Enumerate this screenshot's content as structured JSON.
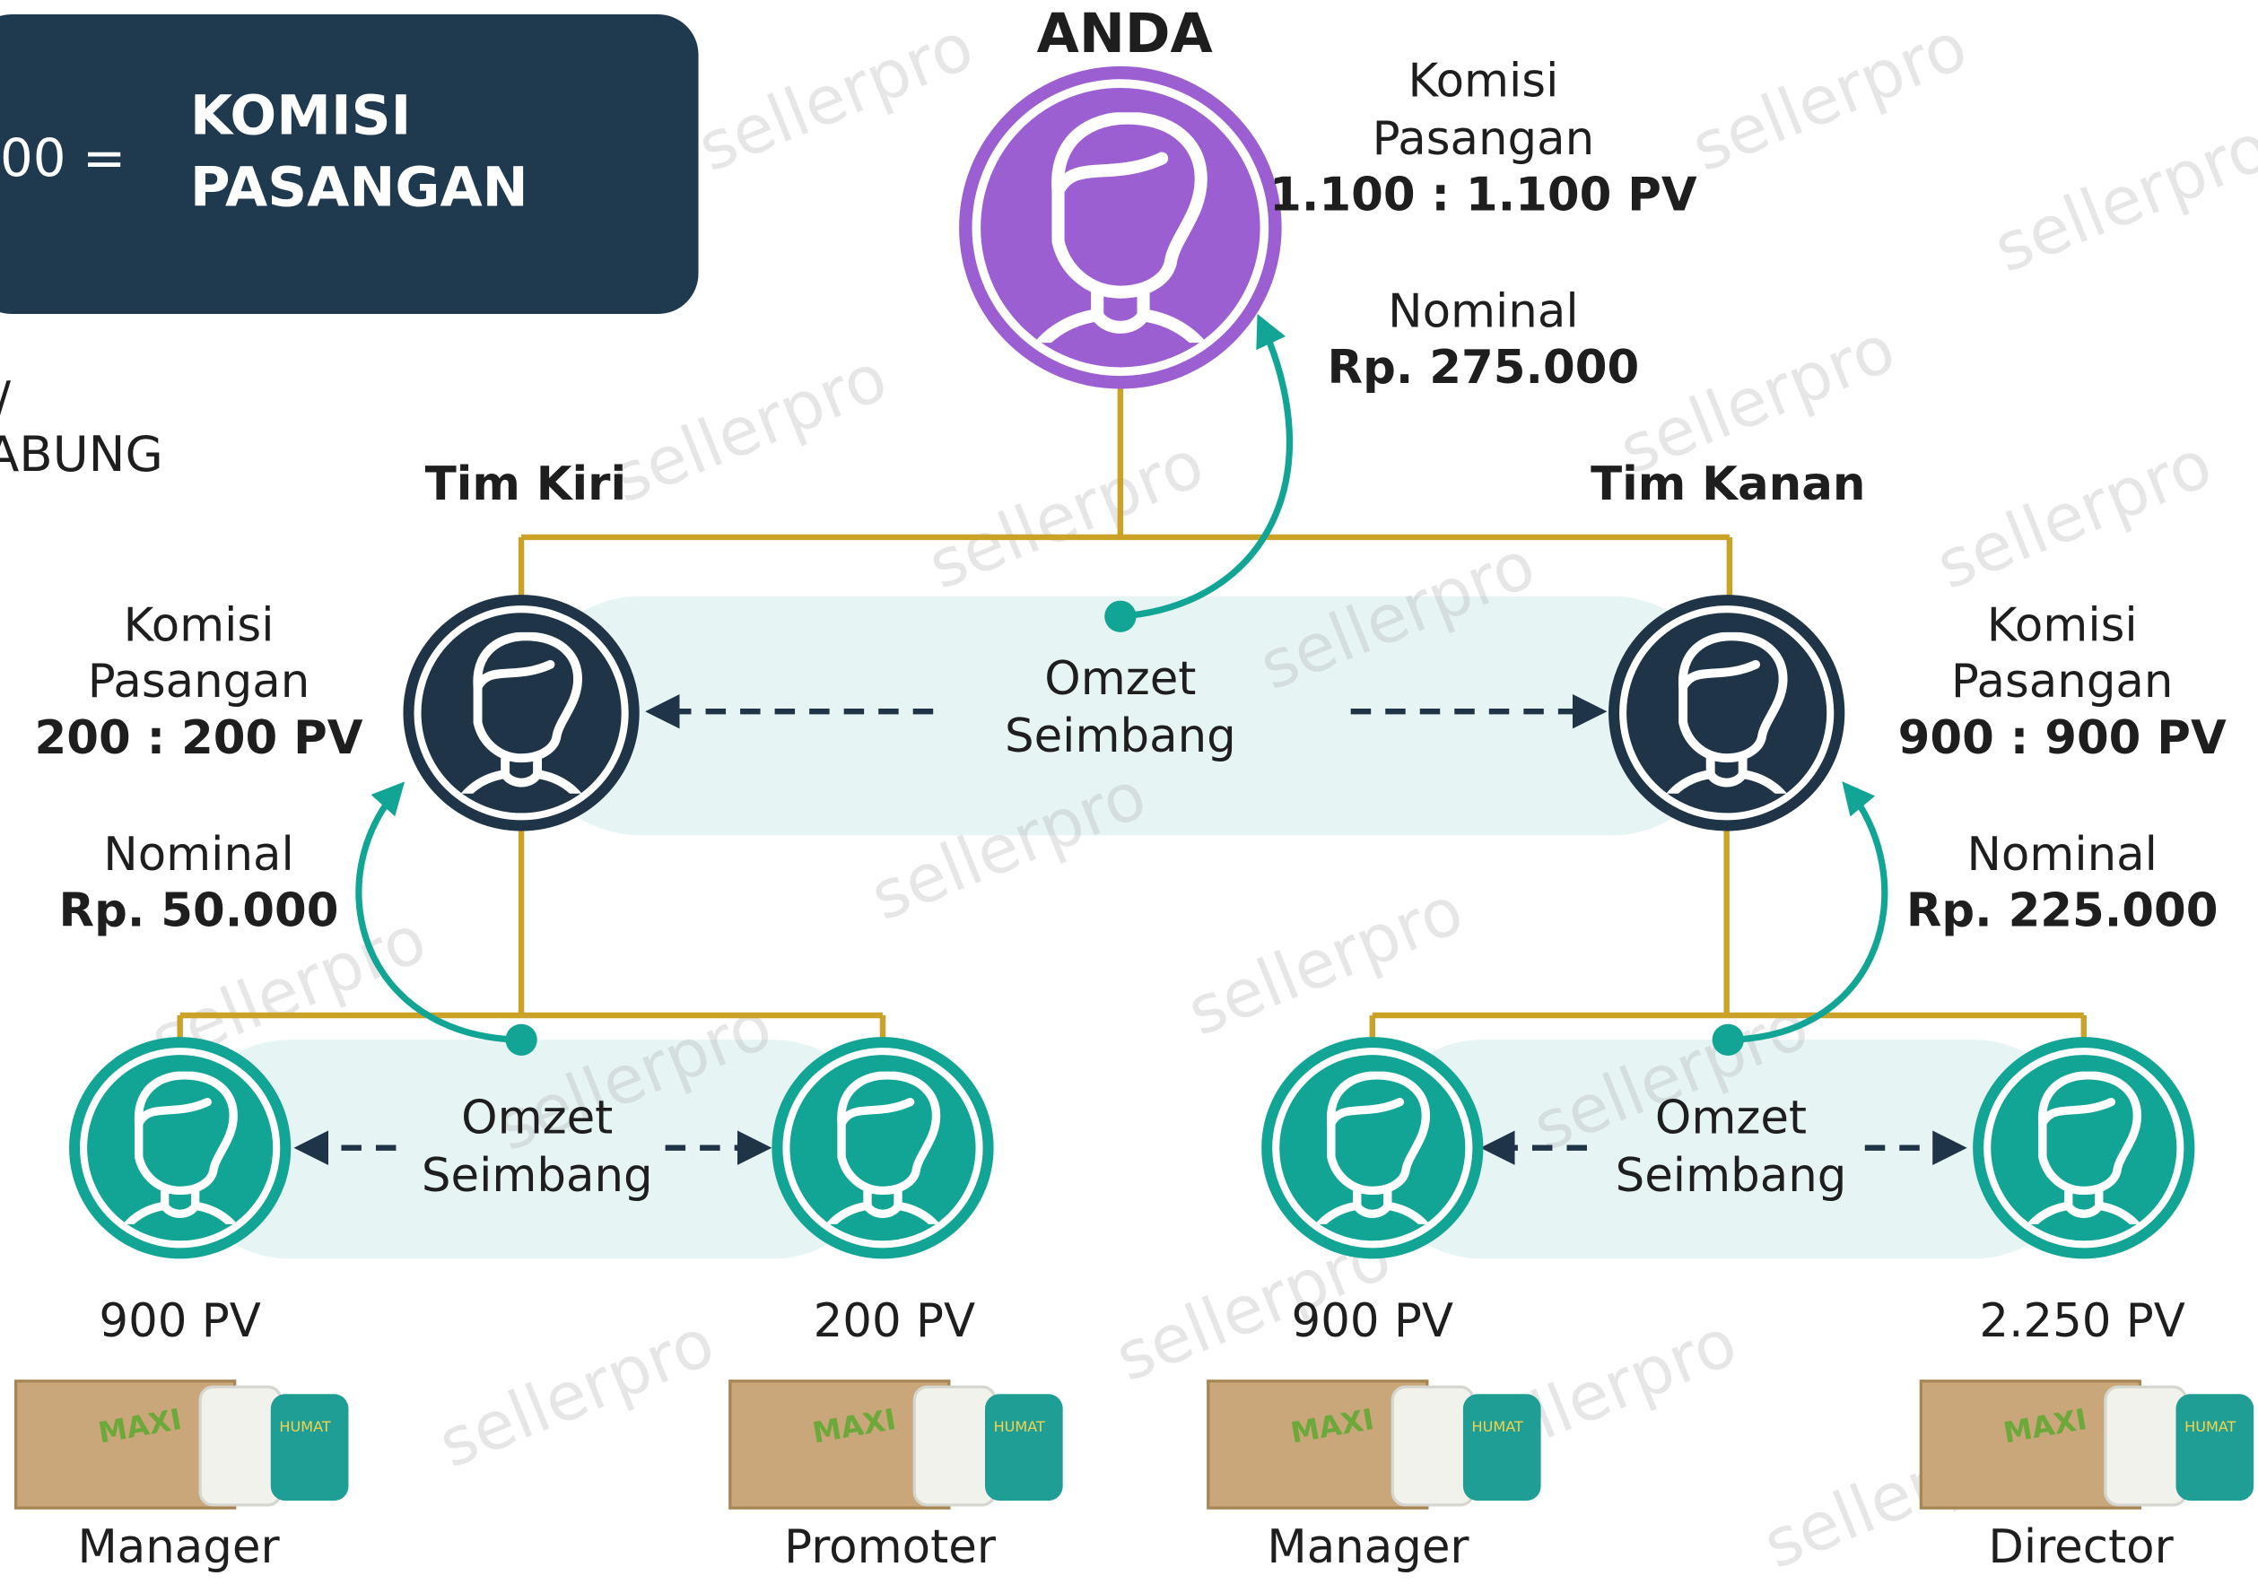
{
  "header_box": {
    "left_fragment": "00 =",
    "title_line1": "KOMISI",
    "title_line2": "PASANGAN"
  },
  "side_fragment": {
    "line1": "/",
    "line2": "ABUNG"
  },
  "top": {
    "name": "ANDA",
    "commission": {
      "line1": "Komisi",
      "line2": "Pasangan",
      "value": "1.100 : 1.100 PV"
    },
    "nominal": {
      "label": "Nominal",
      "value": "Rp. 275.000"
    }
  },
  "team_left": {
    "title": "Tim Kiri",
    "commission": {
      "line1": "Komisi",
      "line2": "Pasangan",
      "value": "200 : 200 PV"
    },
    "nominal": {
      "label": "Nominal",
      "value": "Rp. 50.000"
    }
  },
  "team_right": {
    "title": "Tim Kanan",
    "commission": {
      "line1": "Komisi",
      "line2": "Pasangan",
      "value": "900 : 900 PV"
    },
    "nominal": {
      "label": "Nominal",
      "value": "Rp. 225.000"
    }
  },
  "balance": {
    "line1": "Omzet",
    "line2": "Seimbang"
  },
  "members": [
    {
      "pv": "900 PV",
      "rank": "Manager"
    },
    {
      "pv": "200 PV",
      "rank": "Promoter"
    },
    {
      "pv": "900 PV",
      "rank": "Manager"
    },
    {
      "pv": "2.250 PV",
      "rank": "Director"
    }
  ],
  "product": {
    "brand": "MAXI",
    "label": "HUMAT"
  },
  "watermark": "sellerpro",
  "colors": {
    "top": "#9b5fd2",
    "team": "#1f3446",
    "member": "#12a596",
    "line": "#c9a227",
    "arrow": "#12a596",
    "band": "#e6f4f3",
    "box": "#1f3a4f"
  }
}
